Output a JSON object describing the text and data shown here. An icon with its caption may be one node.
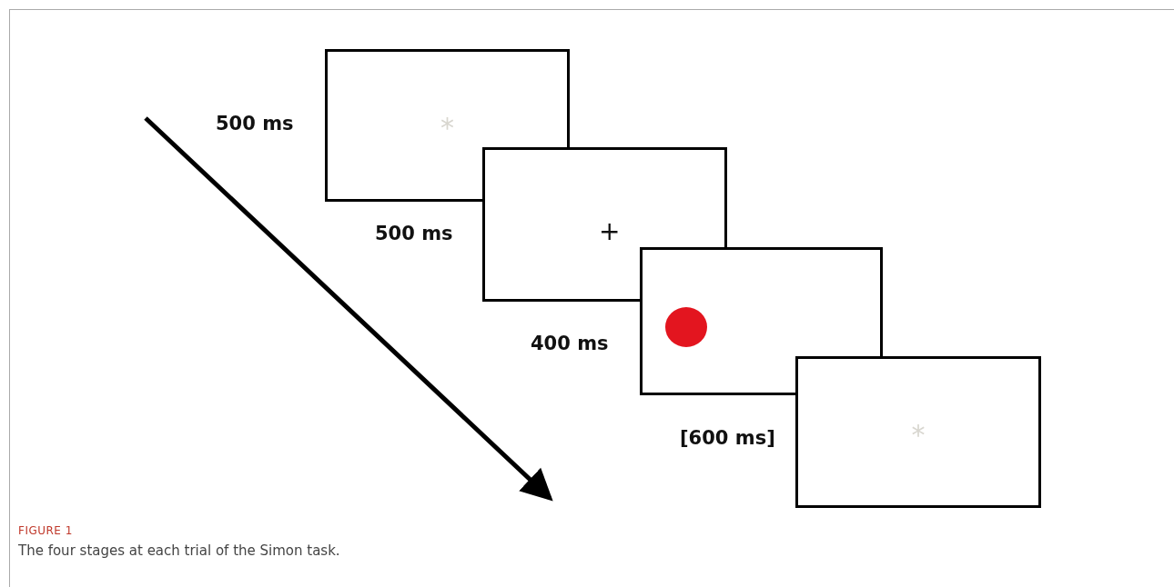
{
  "diagram": {
    "caption": "The four stages at each trial of the Simon task.",
    "nodes": [
      {
        "text": [
          "*"
        ],
        "beside": [
          "500 ms"
        ]
      },
      {
        "text": [
          "+"
        ],
        "beside": [
          "500 ms"
        ]
      },
      {
        "text": [],
        "shape": "box",
        "beside": [
          "400 ms"
        ]
      },
      {
        "text": [
          "*"
        ],
        "beside": [
          "[600 ms]"
        ]
      }
    ],
    "labels": [
      "FIGURE 1"
    ]
  }
}
